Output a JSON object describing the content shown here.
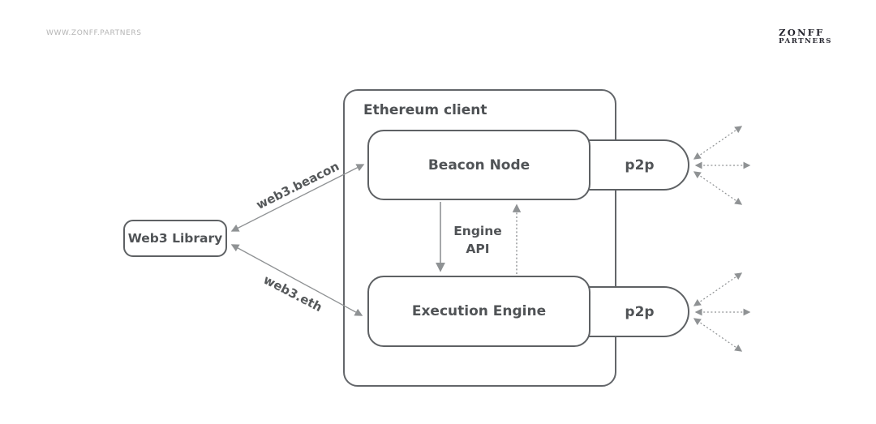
{
  "header": {
    "site_url": "WWW.ZONFF.PARTNERS",
    "logo": {
      "line1": "ZONFF",
      "line2": "PARTNERS"
    }
  },
  "diagram": {
    "container": {
      "label": "Ethereum client"
    },
    "nodes": {
      "web3_library": {
        "label": "Web3 Library"
      },
      "beacon_node": {
        "label": "Beacon Node"
      },
      "execution_engine": {
        "label": "Execution Engine"
      },
      "p2p_top": {
        "label": "p2p"
      },
      "p2p_bottom": {
        "label": "p2p"
      }
    },
    "edges": {
      "web3_beacon": {
        "label": "web3.beacon"
      },
      "web3_eth": {
        "label": "web3.eth"
      },
      "engine_api": {
        "line1": "Engine",
        "line2": "API"
      }
    },
    "colors": {
      "background": "#ffffff",
      "box_border": "#5e6164",
      "container_border": "#63666a",
      "text": "#505356",
      "arrow": "#8f9294",
      "muted_text": "#b4b4b4",
      "logo_text": "#23232c"
    }
  }
}
